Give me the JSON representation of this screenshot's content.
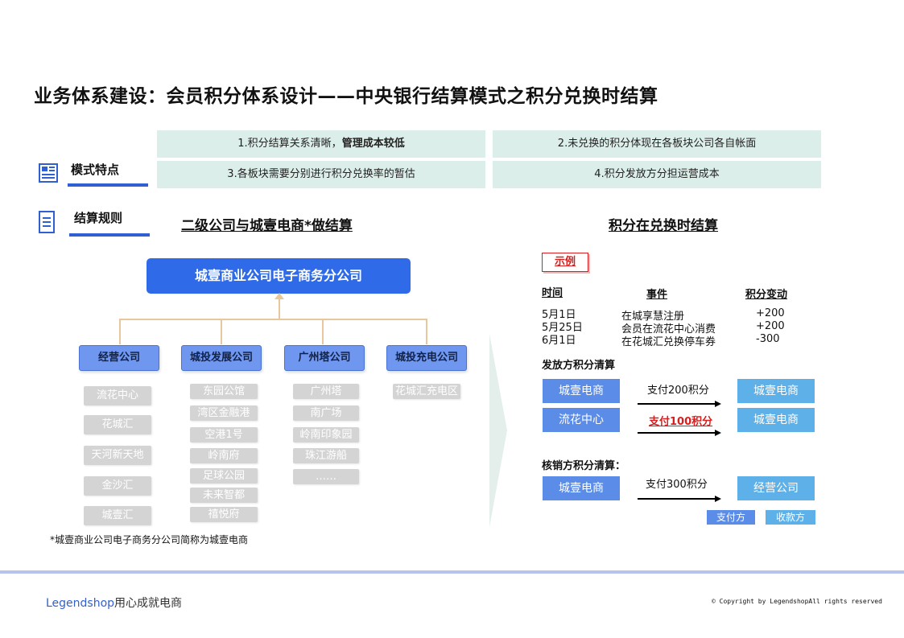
{
  "title": "业务体系建设：会员积分体系设计——中央银行结算模式之积分兑换时结算",
  "features": {
    "section_label": "模式特点",
    "items": [
      {
        "pre": "1.积分结算关系清晰，",
        "bold": "管理成本较低"
      },
      {
        "pre": "2.未兑换的积分体现在各板块公司各自帐面",
        "bold": ""
      },
      {
        "pre": "3.各板块需要分别进行积分兑换率的暂估",
        "bold": ""
      },
      {
        "pre": "4.积分发放方分担运营成本",
        "bold": ""
      }
    ]
  },
  "rules": {
    "section_label": "结算规则",
    "left_title": "二级公司与城壹电商*做结算",
    "right_title": "积分在兑换时结算"
  },
  "org": {
    "top": "城壹商业公司电子商务分公司",
    "companies": [
      {
        "name": "经营公司",
        "subs": [
          "流花中心",
          "花城汇",
          "天河新天地",
          "金沙汇",
          "城壹汇"
        ]
      },
      {
        "name": "城投发展公司",
        "subs": [
          "东园公馆",
          "湾区金融港",
          "空港1号",
          "岭南府",
          "足球公园",
          "未来智都",
          "禧悦府"
        ]
      },
      {
        "name": "广州塔公司",
        "subs": [
          "广州塔",
          "南广场",
          "岭南印象园",
          "珠江游船",
          "……"
        ]
      },
      {
        "name": "城投充电公司",
        "subs": [
          "花城汇充电区"
        ]
      }
    ]
  },
  "footnote": "*城壹商业公司电子商务分公司简称为城壹电商",
  "example": {
    "tag": "示例",
    "headers": {
      "time": "时间",
      "event": "事件",
      "change": "积分变动"
    },
    "rows": [
      {
        "time": "5月1日",
        "event": "在城享慧注册",
        "change": "+200"
      },
      {
        "time": "5月25日",
        "event": "会员在流花中心消费",
        "change": "+200"
      },
      {
        "time": "6月1日",
        "event": "在花城汇兑换停车券",
        "change": "-300"
      }
    ],
    "issue_title": "发放方积分清算",
    "issue_flows": [
      {
        "from": "城壹电商",
        "label": "支付200积分",
        "to": "城壹电商"
      },
      {
        "from": "流花中心",
        "label": "支付100积分",
        "to": "城壹电商"
      }
    ],
    "redeem_title": "核销方积分清算：",
    "redeem_flow": {
      "from": "城壹电商",
      "label": "支付300积分",
      "to": "经营公司"
    },
    "legend": {
      "payer": "支付方",
      "payee": "收款方"
    },
    "colors": {
      "payer": "#5b8ce8",
      "payee": "#5eb0e8",
      "highlight": "#d81e1e"
    }
  },
  "footer": {
    "brand": "Legendshop",
    "slogan": "用心成就电商",
    "copyright": "© Copyright by LegendshopAll rights reserved"
  }
}
